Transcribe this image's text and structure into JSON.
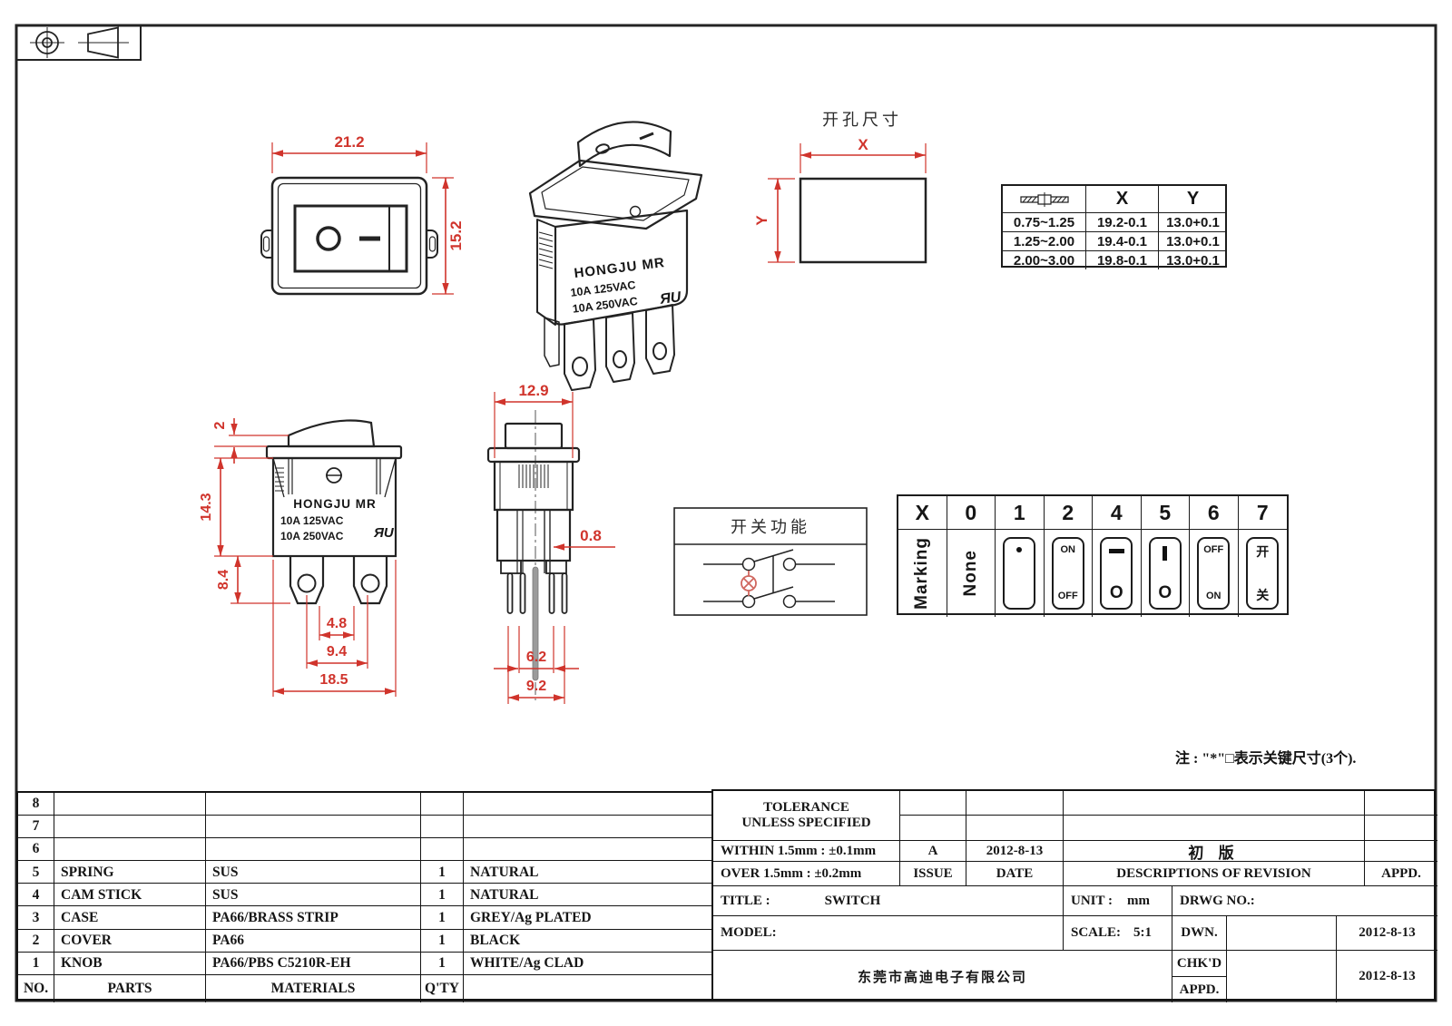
{
  "dims": {
    "front_width": "21.2",
    "front_height": "15.2",
    "rocker_height": "2",
    "body_height": "14.3",
    "terminal_length": "8.4",
    "pitch_a": "4.8",
    "pitch_b": "9.4",
    "overall_width": "18.5",
    "side_width": "12.9",
    "terminal_thickness": "0.8",
    "pin_pitch_a": "6.2",
    "pin_pitch_b": "9.2"
  },
  "product": {
    "brand": "HONGJU MR",
    "rating1": "10A 125VAC",
    "rating2": "10A 250VAC",
    "ul_mark": "ЯU"
  },
  "cutout": {
    "title": "开孔尺寸",
    "x_label": "X",
    "y_label": "Y",
    "table": {
      "col_x": "X",
      "col_y": "Y",
      "rows": [
        [
          "0.75~1.25",
          "19.2-0.1",
          "13.0+0.1"
        ],
        [
          "1.25~2.00",
          "19.4-0.1",
          "13.0+0.1"
        ],
        [
          "2.00~3.00",
          "19.8-0.1",
          "13.0+0.1"
        ]
      ]
    }
  },
  "function_box": {
    "title": "开关功能"
  },
  "marking": {
    "headers": [
      "X",
      "0",
      "1",
      "2",
      "4",
      "5",
      "6",
      "7"
    ],
    "row_label": "Marking",
    "none": "None",
    "on": "ON",
    "off": "OFF",
    "circle": "O",
    "kai": "开",
    "guan": "关"
  },
  "note": "注 : \"*\"□表示关键尺寸(3个).",
  "parts_table": {
    "rows": [
      {
        "no": "8",
        "part": "",
        "material": "",
        "qty": "",
        "color": ""
      },
      {
        "no": "7",
        "part": "",
        "material": "",
        "qty": "",
        "color": ""
      },
      {
        "no": "6",
        "part": "",
        "material": "",
        "qty": "",
        "color": ""
      },
      {
        "no": "5",
        "part": "SPRING",
        "material": "SUS",
        "qty": "1",
        "color": "NATURAL"
      },
      {
        "no": "4",
        "part": "CAM STICK",
        "material": "SUS",
        "qty": "1",
        "color": "NATURAL"
      },
      {
        "no": "3",
        "part": "CASE",
        "material": "PA66/BRASS STRIP",
        "qty": "1",
        "color": "GREY/Ag PLATED"
      },
      {
        "no": "2",
        "part": "COVER",
        "material": "PA66",
        "qty": "1",
        "color": "BLACK"
      },
      {
        "no": "1",
        "part": "KNOB",
        "material": "PA66/PBS C5210R-EH",
        "qty": "1",
        "color": "WHITE/Ag CLAD"
      }
    ],
    "footer": {
      "no": "NO.",
      "parts": "PARTS",
      "materials": "MATERIALS",
      "qty": "Q'TY"
    }
  },
  "title_block": {
    "tolerance1": "TOLERANCE",
    "tolerance2": "UNLESS  SPECIFIED",
    "within": "WITHIN 1.5mm : ±0.1mm",
    "over": "OVER 1.5mm : ±0.2mm",
    "issue_value": "A",
    "issue_label": "ISSUE",
    "date_value": "2012-8-13",
    "date_label": "DATE",
    "revision_value": "初 版",
    "revision_label": "DESCRIPTIONS OF REVISION",
    "appd_label": "APPD.",
    "title_label": "TITLE :",
    "title_value": "SWITCH",
    "unit_label": "UNIT :",
    "unit_value": "mm",
    "drwg_label": "DRWG NO.:",
    "model_label": "MODEL:",
    "scale_label": "SCALE:",
    "scale_value": "5:1",
    "company": "东莞市高迪电子有限公司",
    "dwn_label": "DWN.",
    "dwn_date": "2012-8-13",
    "chkd_label": "CHK'D",
    "chkd_appd_date": "2012-8-13",
    "appd2_label": "APPD."
  }
}
